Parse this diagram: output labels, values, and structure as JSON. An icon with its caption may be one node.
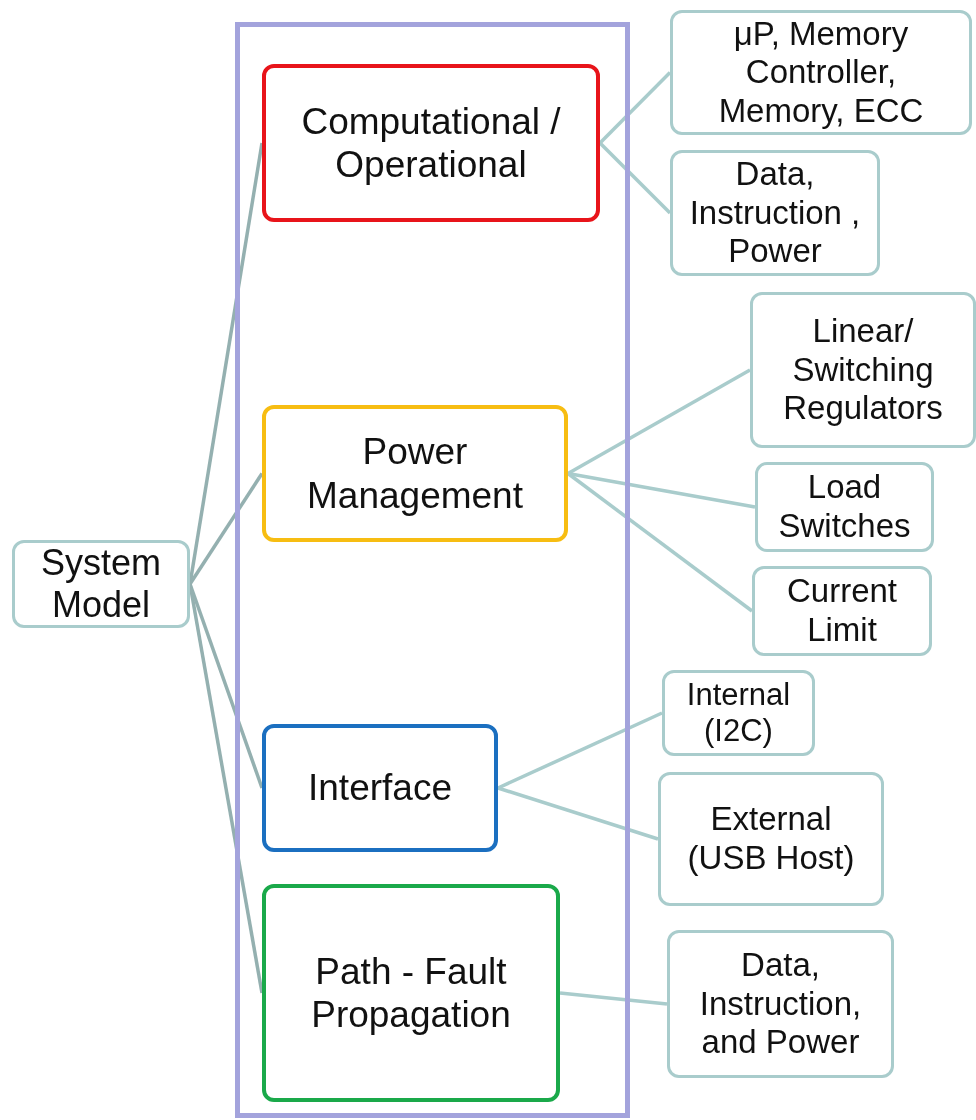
{
  "diagram": {
    "nodes": [
      {
        "text": [
          "System Model"
        ]
      },
      {
        "text": [],
        "shape": "box"
      },
      {
        "text": [
          "Computational / Operational"
        ],
        "in": 1
      },
      {
        "text": [
          "μP, Memory Controller, Memory, ECC"
        ]
      },
      {
        "text": [
          "Data, Instruction , Power"
        ]
      },
      {
        "text": [
          "Power Management"
        ],
        "in": 1
      },
      {
        "text": [
          "Linear/ Switching Regulators"
        ]
      },
      {
        "text": [
          "Load Switches"
        ]
      },
      {
        "text": [
          "Current Limit"
        ]
      },
      {
        "text": [
          "Interface"
        ],
        "in": 1
      },
      {
        "text": [
          "Internal (I2C)"
        ]
      },
      {
        "text": [
          "External (USB Host)"
        ]
      },
      {
        "text": [
          "Path - Fault Propagation"
        ],
        "in": 1
      },
      {
        "text": [
          "Data, Instruction, and Power"
        ]
      }
    ],
    "edges": [
      {
        "from": 0,
        "to": 2,
        "arrow": "none"
      },
      {
        "from": 0,
        "to": 5,
        "arrow": "none"
      },
      {
        "from": 0,
        "to": 9,
        "arrow": "none"
      },
      {
        "from": 0,
        "to": 12,
        "arrow": "none"
      },
      {
        "from": 2,
        "to": 3,
        "arrow": "none"
      },
      {
        "from": 2,
        "to": 4,
        "arrow": "none"
      },
      {
        "from": 5,
        "to": 6,
        "arrow": "none"
      },
      {
        "from": 5,
        "to": 7,
        "arrow": "none"
      },
      {
        "from": 5,
        "to": 8,
        "arrow": "none"
      },
      {
        "from": 9,
        "to": 10,
        "arrow": "none"
      },
      {
        "from": 9,
        "to": 11,
        "arrow": "none"
      },
      {
        "from": 12,
        "to": 13,
        "arrow": "none"
      }
    ]
  }
}
